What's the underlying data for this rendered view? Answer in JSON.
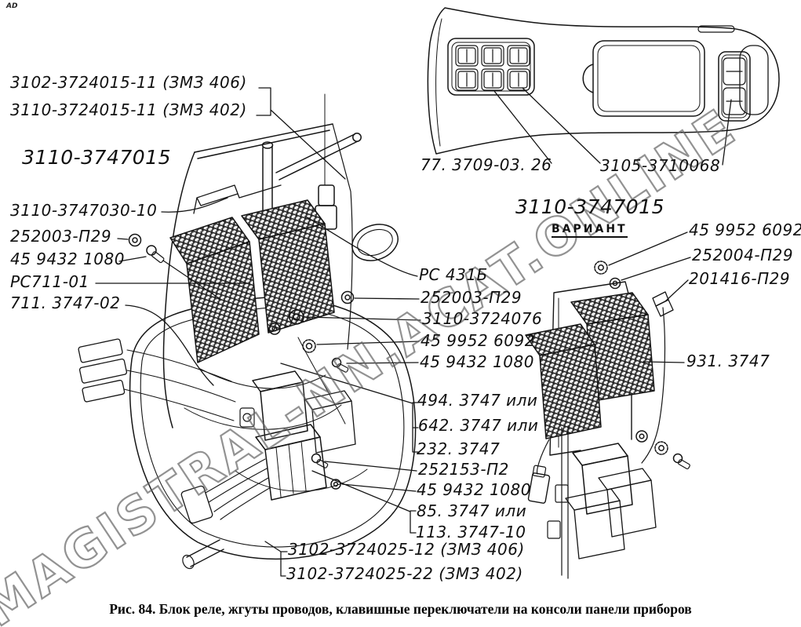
{
  "page": {
    "corner_mark": "AD",
    "watermark": "MAGISTRAL-NN.ACAT.ONLINE",
    "caption": "Рис. 84. Блок реле, жгуты проводов, клавишные переключатели на консоли панели приборов",
    "figure_number": "Рис. 84"
  },
  "colors": {
    "ink": "#111111",
    "background": "#ffffff",
    "watermark_outline": "#646464"
  },
  "callouts": {
    "upper_harness_406": "3102-3724015-11 (ЗМЗ 406)",
    "upper_harness_402": "3110-3724015-11 (ЗМЗ 402)",
    "assembly_title": "3110-3747015",
    "bracket": "3110-3747030-10",
    "washer_252003_a": "252003-П29",
    "screw_459432_a": "45 9432 1080",
    "relay_rc711": "РС711-01",
    "harness_711": "711. 3747-02",
    "switch_77": "77. 3709-03. 26",
    "switch_3105": "3105-3710068",
    "variant_title": "3110-3747015",
    "variant_note": "ВАРИАНТ",
    "washer_459952_a": "45 9952 6092",
    "nut_252004": "252004-П29",
    "screw_201416": "201416-П29",
    "relay_931": "931. 3747",
    "relay_rc431": "РС 431Б",
    "washer_252003_b": "252003-П29",
    "connector_3724076": "3110-3724076",
    "washer_459952_b": "45 9952 6092",
    "screw_459432_b": "45 9432 1080",
    "relay_494": "494. 3747 или",
    "relay_642": "642. 3747 или",
    "relay_232": "232. 3747",
    "screw_252153": "252153-П2",
    "screw_459432_c": "45 9432 1080",
    "relay_85": "85. 3747 или",
    "relay_113": "113. 3747-10",
    "lower_harness_406": "3102-3724025-12 (ЗМЗ 406)",
    "lower_harness_402": "3102-3724025-22 (ЗМЗ 402)"
  }
}
